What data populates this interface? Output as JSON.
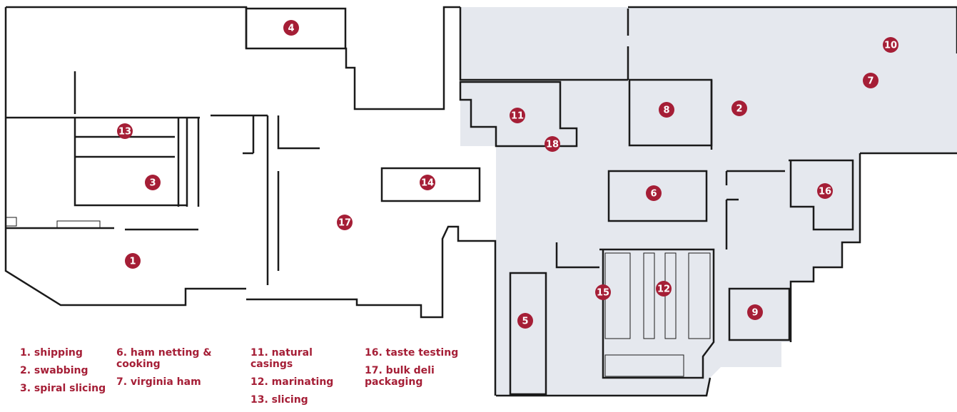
{
  "colors": {
    "marker": "#a51e36",
    "legend_text": "#a51e36",
    "shaded_area": "#e5e8ee",
    "walls": "#1a1a1a"
  },
  "markers": [
    "1",
    "2",
    "3",
    "4",
    "5",
    "6",
    "7",
    "8",
    "9",
    "10",
    "11",
    "12",
    "13",
    "14",
    "15",
    "16",
    "17",
    "18"
  ],
  "legend": {
    "col1": [
      "1. shipping",
      "2. swabbing",
      "3. spiral slicing"
    ],
    "col2": [
      "6. ham netting & cooking",
      "7. virginia ham"
    ],
    "col3": [
      "11. natural casings",
      "12. marinating",
      "13. slicing"
    ],
    "col4": [
      "16. taste testing",
      "17. bulk deli packaging"
    ]
  }
}
